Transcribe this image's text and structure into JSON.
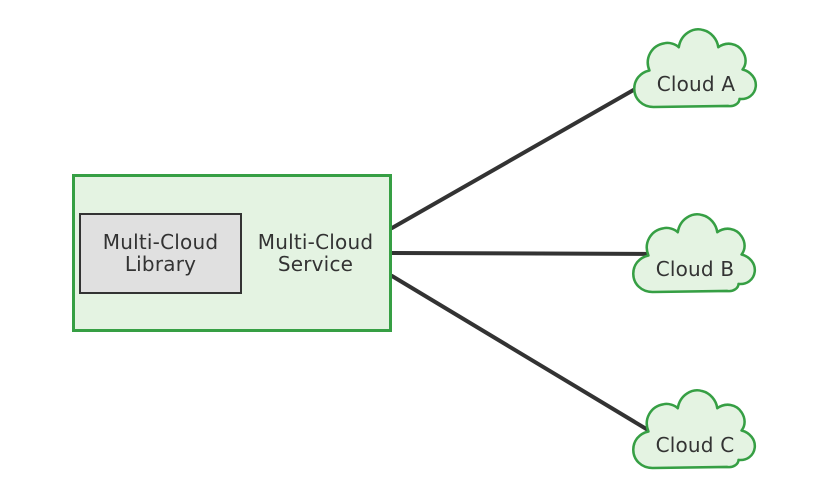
{
  "colors": {
    "background": "#ffffff",
    "node_border_green": "#369f44",
    "node_fill_green": "#e4f3e2",
    "library_border": "#333333",
    "library_fill": "#e0e0e0",
    "connector": "#333333",
    "text": "#333333"
  },
  "service_box": {
    "label": "Multi-Cloud Service"
  },
  "library_box": {
    "label": "Multi-Cloud Library"
  },
  "clouds": [
    {
      "label": "Cloud A",
      "icon": "cloud"
    },
    {
      "label": "Cloud B",
      "icon": "cloud"
    },
    {
      "label": "Cloud C",
      "icon": "cloud"
    }
  ],
  "connections": [
    {
      "from": "Multi-Cloud Service",
      "to": "Cloud A"
    },
    {
      "from": "Multi-Cloud Service",
      "to": "Cloud B"
    },
    {
      "from": "Multi-Cloud Service",
      "to": "Cloud C"
    }
  ]
}
